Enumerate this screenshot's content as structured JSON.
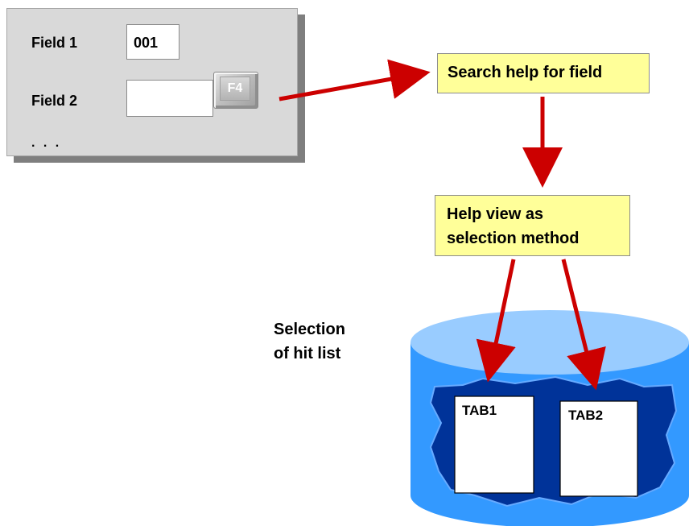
{
  "form": {
    "field1_label": "Field 1",
    "field1_value": "001",
    "field2_label": "Field 2",
    "field2_value": "",
    "f4_key_label": "F4",
    "more_indicator": ". . ."
  },
  "search_help_box": "Search help for field",
  "help_view_box": {
    "line1": "Help view as",
    "line2": "selection method"
  },
  "selection_caption": {
    "line1": "Selection",
    "line2": "of hit list"
  },
  "database": {
    "tables": [
      "TAB1",
      "TAB2"
    ]
  },
  "colors": {
    "arrow": "#cc0000",
    "note_fill": "#ffff99",
    "db_top": "#99ccff",
    "db_body": "#3399ff",
    "db_inner": "#003399"
  }
}
